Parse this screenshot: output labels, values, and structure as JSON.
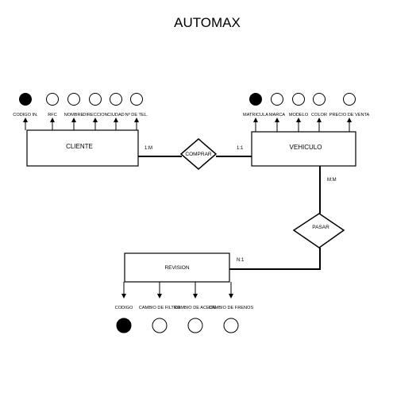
{
  "title": "AUTOMAX",
  "entities": {
    "cliente": "CLIENTE",
    "vehiculo": "VEHICULO",
    "revision": "REVISION"
  },
  "relationships": {
    "comprar": "COMPRAR",
    "pasar": "PASAR"
  },
  "cardinalities": {
    "cliente_comprar": "1:M",
    "comprar_vehiculo": "1:1",
    "vehiculo_pasar": "M:M",
    "pasar_revision": "N:1"
  },
  "attributes": {
    "cliente": [
      {
        "label": "CODIGO IN.",
        "key": true
      },
      {
        "label": "RFC",
        "key": false
      },
      {
        "label": "NOMBRE",
        "key": false
      },
      {
        "label": "DIRECCION",
        "key": false
      },
      {
        "label": "CIUDAD",
        "key": false
      },
      {
        "label": "Nº DE TEL.",
        "key": false
      }
    ],
    "vehiculo": [
      {
        "label": "MATRICULA",
        "key": true
      },
      {
        "label": "MARCA",
        "key": false
      },
      {
        "label": "MODELO",
        "key": false
      },
      {
        "label": "COLOR",
        "key": false
      },
      {
        "label": "PRECIO DE VENTA",
        "key": false
      }
    ],
    "revision": [
      {
        "label": "CODIGO",
        "key": true
      },
      {
        "label": "CAMBIO DE FILTRO",
        "key": false
      },
      {
        "label": "CAMBIO DE ACEITE",
        "key": false
      },
      {
        "label": "CAMBIO DE FRENOS",
        "key": false
      }
    ]
  }
}
